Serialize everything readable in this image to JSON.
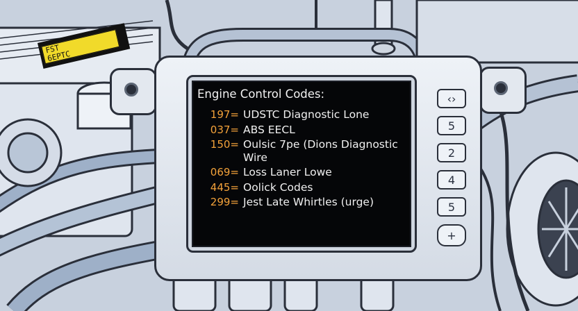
{
  "sticker": {
    "line1": "FST",
    "line2": "6EPTC"
  },
  "screen": {
    "title": "Engine Control Codes:",
    "codes": [
      {
        "code": "197=",
        "desc": "UDSTC Diagnostic Lone"
      },
      {
        "code": "037=",
        "desc": "ABS EECL"
      },
      {
        "code": "150=",
        "desc": "Oulsic 7pe (Dions Diagnostic Wire"
      },
      {
        "code": "069=",
        "desc": "Loss Laner Lowe"
      },
      {
        "code": "445=",
        "desc": "Oolick Codes"
      },
      {
        "code": "299=",
        "desc": "Jest Late Whirtles (urge)"
      }
    ]
  },
  "keypad": {
    "keys": [
      "‹›",
      "5",
      "2",
      "4",
      "5",
      "+"
    ]
  },
  "colors": {
    "screen_bg": "#050608",
    "code_color": "#f3a23a",
    "text_color": "#f0f0f0",
    "sticker_yellow": "#f1da2a",
    "device_body": "#e3e8ef",
    "outline": "#2a2f3a"
  }
}
